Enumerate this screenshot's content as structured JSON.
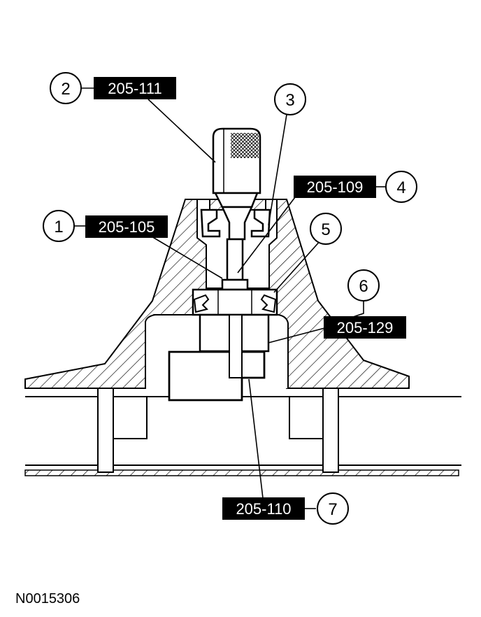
{
  "figure_id": "N0015306",
  "callouts": [
    {
      "number": "1",
      "tool": "205-105"
    },
    {
      "number": "2",
      "tool": "205-111"
    },
    {
      "number": "3",
      "tool": ""
    },
    {
      "number": "4",
      "tool": "205-109"
    },
    {
      "number": "5",
      "tool": ""
    },
    {
      "number": "6",
      "tool": "205-129"
    },
    {
      "number": "7",
      "tool": "205-110"
    }
  ],
  "colors": {
    "line": "#000000",
    "label_bg": "#000000",
    "label_text": "#ffffff",
    "background": "#ffffff"
  }
}
